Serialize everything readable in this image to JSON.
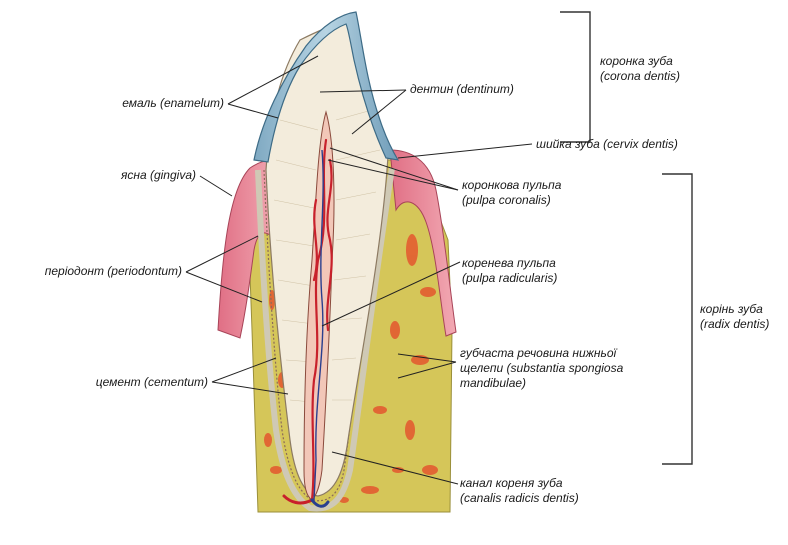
{
  "labels": {
    "enamel": "емаль (enamelum)",
    "dentin": "дентин (dentinum)",
    "crown": [
      "коронка зуба",
      "(corona dentis)"
    ],
    "neck": "шийка зуба (cervix dentis)",
    "gingiva": "ясна (gingiva)",
    "coronal_pulp": [
      "коронкова пульпа",
      "(pulpa coronalis)"
    ],
    "periodontium": "періодонт (periodontum)",
    "radicular_pulp": [
      "коренева пульпа",
      "(pulpa radicularis)"
    ],
    "root": [
      "корінь зуба",
      "(radix dentis)"
    ],
    "spongy": [
      "губчаста речовина нижньої",
      "щелепи (substantia spongiosa",
      "mandibulae)"
    ],
    "cementum": "цемент (cementum)",
    "root_canal": [
      "канал кореня зуба",
      "(canalis radicis dentis)"
    ]
  },
  "colors": {
    "bone": "#d4c558",
    "gum": "#e98a98",
    "enamel": "#9fc3d6",
    "dentin": "#f3ecdc",
    "pulp": "#c8202b"
  }
}
